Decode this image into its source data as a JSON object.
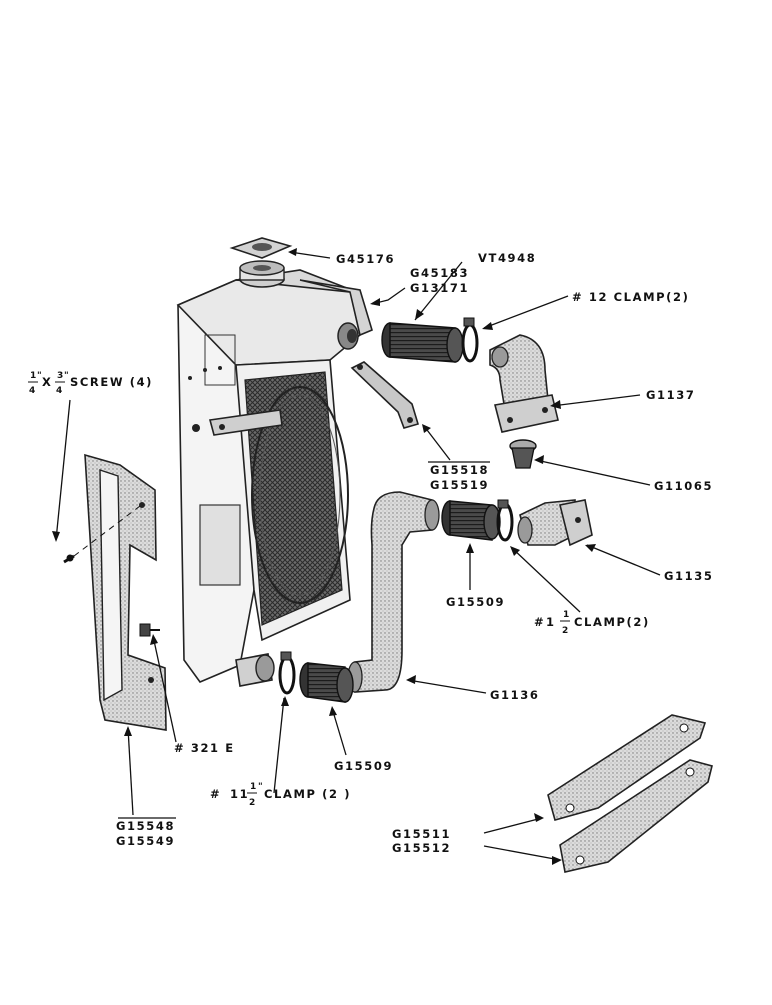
{
  "labels": {
    "cap": "G45176",
    "tank_a": "G45183",
    "tank_b": "G13171",
    "hose_upper": "VT4948",
    "clamp_upper": "# 12 CLAMP(2)",
    "outlet_elbow": "G1137",
    "thermostat": "G11065",
    "brace_a": "G15518",
    "brace_b": "G15519",
    "inlet_elbow": "G1135",
    "hose_mid": "G15509",
    "clamp_mid_pre": "#",
    "clamp_mid_whole": "1",
    "clamp_mid_num": "1",
    "clamp_mid_den": "2",
    "clamp_mid_post": "CLAMP(2)",
    "lower_pipe": "G1136",
    "bolt": "# 321 E",
    "hose_lower": "G15509",
    "clamp_low_pre": "#",
    "clamp_low_whole": "11",
    "clamp_low_num": "1",
    "clamp_low_den": "2",
    "clamp_low_mark": "\"",
    "clamp_low_post": "CLAMP (2 )",
    "shroud_a": "G15548",
    "shroud_b": "G15549",
    "bar_a": "G15511",
    "bar_b": "G15512",
    "screw_n1": "1",
    "screw_d1": "4",
    "screw_q1": "\"",
    "screw_x": "X",
    "screw_n2": "3",
    "screw_d2": "4",
    "screw_q2": "\"",
    "screw_post": "SCREW (4)"
  },
  "colors": {
    "ink": "#111111",
    "shade": "#8a8a8a",
    "light": "#d6d6d6",
    "paper": "#ffffff"
  }
}
